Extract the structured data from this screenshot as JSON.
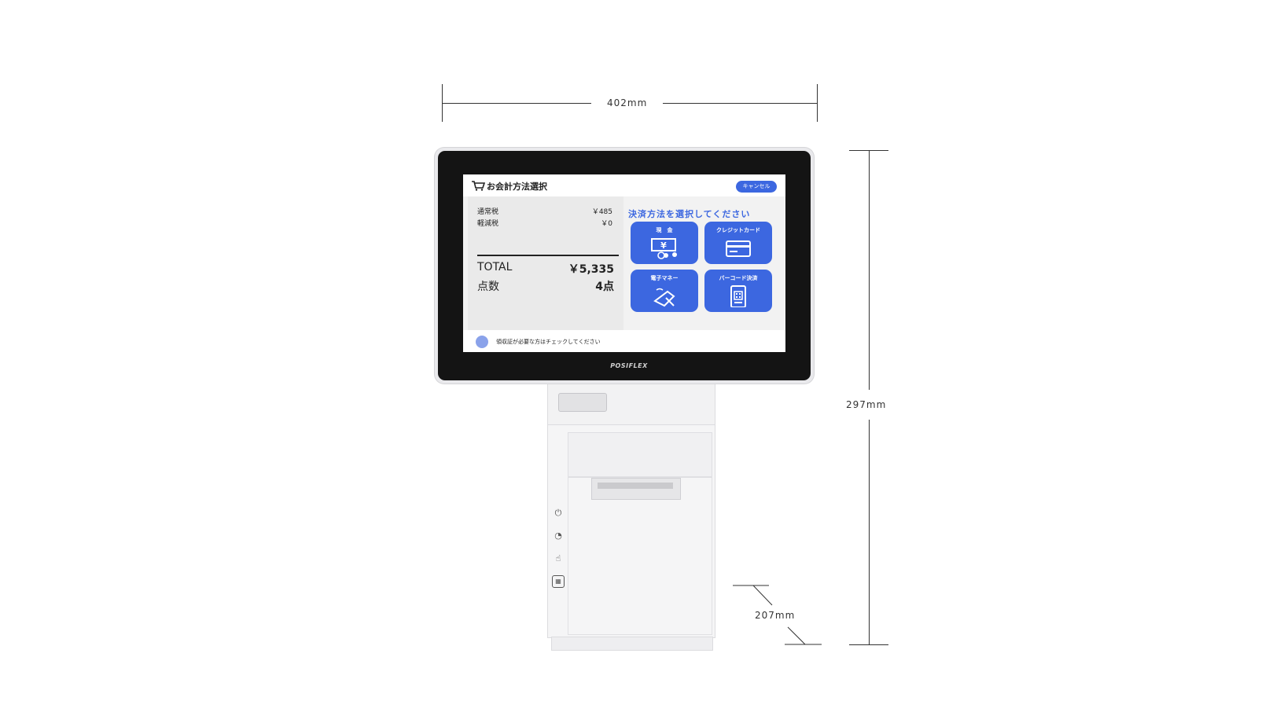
{
  "dimensions": {
    "width_label": "402mm",
    "height_label": "297mm",
    "depth_label": "207mm"
  },
  "device": {
    "brand": "POSIFLEX"
  },
  "screen": {
    "title": "お会計方法選択",
    "cancel_label": "キャンセル",
    "tax_rows": [
      {
        "label": "通常税",
        "value": "￥485"
      },
      {
        "label": "軽減税",
        "value": "￥0"
      }
    ],
    "total_label": "TOTAL",
    "total_value": "￥5,335",
    "count_label": "点数",
    "count_value": "4点",
    "prompt": "決済方法を選択してください",
    "payment_methods": [
      {
        "label": "現　金",
        "icon": "cash-icon"
      },
      {
        "label": "クレジットカード",
        "icon": "credit-card-icon"
      },
      {
        "label": "電子マネー",
        "icon": "e-money-icon"
      },
      {
        "label": "バーコード決済",
        "icon": "barcode-payment-icon"
      }
    ],
    "receipt_text": "領収証が必要な方はチェックしてください"
  },
  "colors": {
    "accent": "#3c67e0",
    "receipt_check": "#8aa2ea"
  }
}
